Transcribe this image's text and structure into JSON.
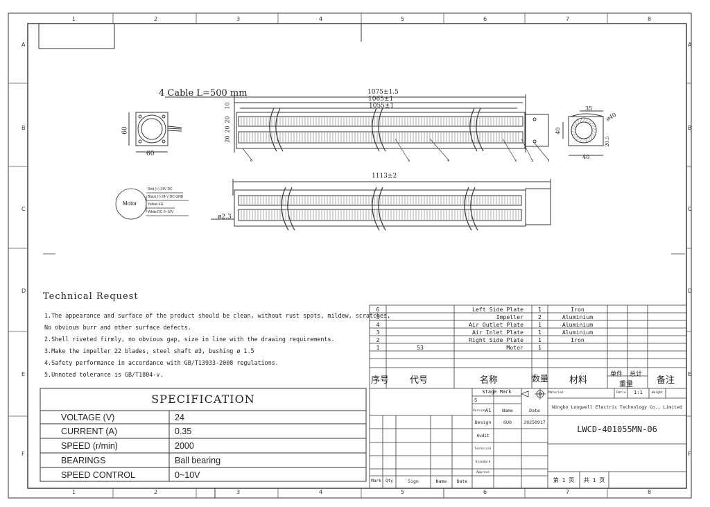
{
  "grid": {
    "cols": [
      "1",
      "2",
      "3",
      "4",
      "5",
      "6",
      "7",
      "8"
    ],
    "rows": [
      "A",
      "B",
      "C",
      "D",
      "E",
      "F"
    ]
  },
  "dims": {
    "cable": "4 Cable L=500 mm",
    "l1075": "1075±1.5",
    "l1065": "1065±1",
    "l1055": "1055±1",
    "l1113": "1113±2",
    "d10": "10",
    "d20a": "20",
    "d20b": "20",
    "d20c": "20",
    "d60a": "60",
    "d60b": "60",
    "d35": "35",
    "d40a": "40",
    "d40b": "40",
    "d205": "20.5",
    "phi40": "ø40",
    "phi23": "ø2.3",
    "callouts": [
      "6",
      "5",
      "4",
      "3",
      "2",
      "1"
    ]
  },
  "motor": {
    "label": "Motor",
    "wires": [
      "Red (+) 24V DC",
      "Black (-) 24 V DC GND",
      "Yellow FG",
      "White DC 0~10V"
    ]
  },
  "technical": {
    "title": "Technical Request",
    "lines": [
      "1.The appearance and surface of the product should be clean, without rust spots, mildew, scratches,",
      "  No obvious burr and other surface defects.",
      "2.Shell riveted firmly, no obvious gap, size in line with the drawing requirements.",
      "3.Make the impeller 22 blades, steel shaft ø3, bushing ø 1.5",
      "4.Safety performance in accordance with GB/T13933-2008 regulations.",
      "5.Unnoted tolerance is GB/T1804-v."
    ]
  },
  "spec": {
    "title": "SPECIFICATION",
    "rows": [
      {
        "k": "VOLTAGE  (V)",
        "v": "24"
      },
      {
        "k": "CURRENT   (A)",
        "v": "0.35"
      },
      {
        "k": "SPEED   (r/min)",
        "v": "2000"
      },
      {
        "k": "BEARINGS",
        "v": "Ball bearing"
      },
      {
        "k": "SPEED CONTROL",
        "v": "0~10V"
      }
    ]
  },
  "bom": {
    "rows": [
      {
        "no": "6",
        "code": "",
        "name": "Left Side Plate",
        "qty": "1",
        "mat": "Iron"
      },
      {
        "no": "5",
        "code": "",
        "name": "Impeller",
        "qty": "2",
        "mat": "Aluminium"
      },
      {
        "no": "4",
        "code": "",
        "name": "Air Outlet Plate",
        "qty": "1",
        "mat": "Aluminium"
      },
      {
        "no": "3",
        "code": "",
        "name": "Air Inlet Plate",
        "qty": "1",
        "mat": "Aluminium"
      },
      {
        "no": "2",
        "code": "",
        "name": "Right Side Plate",
        "qty": "1",
        "mat": "Iron"
      },
      {
        "no": "1",
        "code": "53",
        "name": "Motor",
        "qty": "1",
        "mat": ""
      }
    ],
    "header": {
      "no": "序号",
      "code": "代号",
      "name": "名称",
      "qty": "数量",
      "mat": "材料",
      "unit": "单件",
      "total": "总计",
      "weight": "重量",
      "remark": "备注"
    }
  },
  "titleblock": {
    "stage_mark": "Stage Mark",
    "s": "S",
    "version": "Version",
    "a1": "A1",
    "name_h": "Name",
    "date_h": "Date",
    "design": "Design",
    "designer": "GUO",
    "design_date": "20250917",
    "audit": "Audit",
    "technical": "Technical",
    "standard": "Standard",
    "approve": "Approve",
    "material": "Material",
    "ratio": "Ratio",
    "ratio_v": "1:1",
    "weight": "Weight",
    "company": "Ningbo Longwell Electric Technology  Co., Limited",
    "drawing_no": "LWCD-401055MN-06",
    "mark": "Mark",
    "qty": "Qty",
    "sign": "Sign",
    "name": "Name",
    "date": "Date",
    "page": "第 1 页",
    "pages": "共 1 页"
  }
}
